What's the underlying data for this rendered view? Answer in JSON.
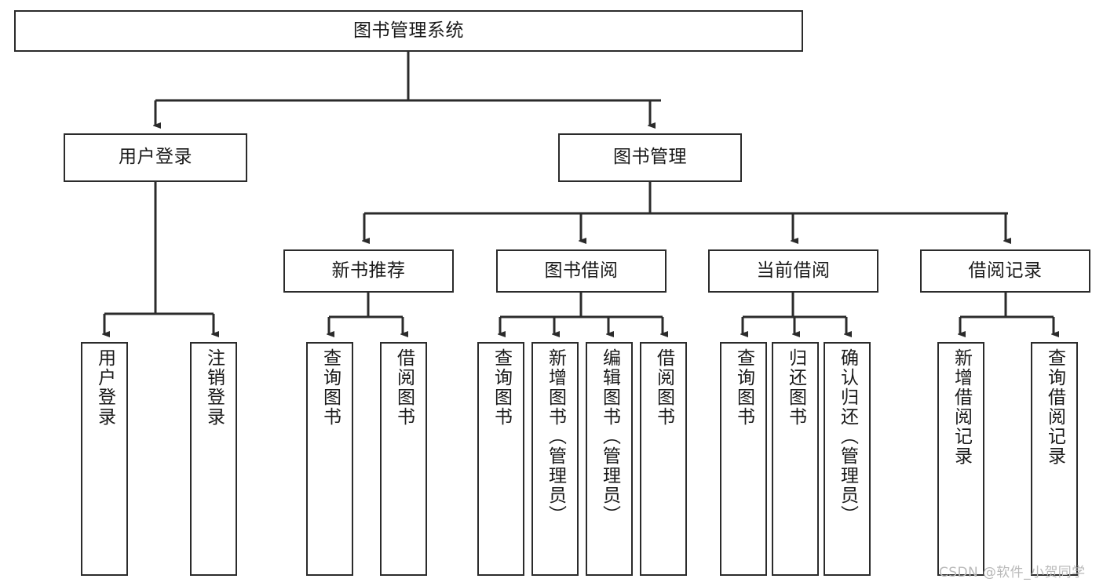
{
  "diagram": {
    "type": "tree-hierarchy",
    "title": "图书管理系统",
    "root": {
      "label": "图书管理系统"
    },
    "level2": [
      {
        "label": "用户登录"
      },
      {
        "label": "图书管理"
      }
    ],
    "level3": [
      {
        "label": "新书推荐"
      },
      {
        "label": "图书借阅"
      },
      {
        "label": "当前借阅"
      },
      {
        "label": "借阅记录"
      }
    ],
    "leaves": {
      "user_login": [
        {
          "label": "用户登录"
        },
        {
          "label": "注销登录"
        }
      ],
      "new_book_recommend": [
        {
          "label": "查询图书"
        },
        {
          "label": "借阅图书"
        }
      ],
      "book_borrow": [
        {
          "label": "查询图书"
        },
        {
          "label": "新增图书（管理员）"
        },
        {
          "label": "编辑图书（管理员）"
        },
        {
          "label": "借阅图书"
        }
      ],
      "current_borrow": [
        {
          "label": "查询图书"
        },
        {
          "label": "归还图书"
        },
        {
          "label": "确认归还（管理员）"
        }
      ],
      "borrow_record": [
        {
          "label": "新增借阅记录"
        },
        {
          "label": "查询借阅记录"
        }
      ]
    },
    "watermark": "CSDN @软件_小贺同学",
    "colors": {
      "stroke": "#2b2b2b",
      "fill": "#ffffff",
      "text": "#1a1a1a",
      "watermark": "#b9b9b9"
    }
  }
}
